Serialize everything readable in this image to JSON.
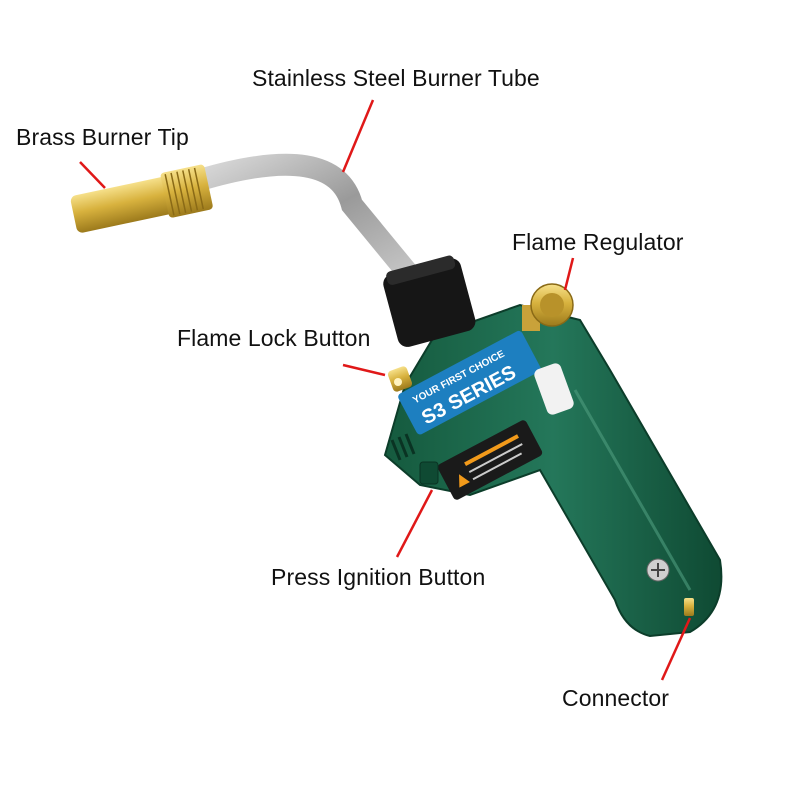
{
  "labels": {
    "burner_tube": "Stainless Steel Burner Tube",
    "burner_tip": "Brass Burner Tip",
    "flame_regulator": "Flame Regulator",
    "flame_lock": "Flame Lock Button",
    "ignition": "Press Ignition Button",
    "connector": "Connector"
  },
  "product": {
    "tagline": "YOUR FIRST CHOICE",
    "series": "S3 SERIES"
  },
  "colors": {
    "leader_line": "#e01818",
    "body_green": "#1f6a4c",
    "brass": "#d9b440",
    "label_blue": "#1d7fc0"
  }
}
